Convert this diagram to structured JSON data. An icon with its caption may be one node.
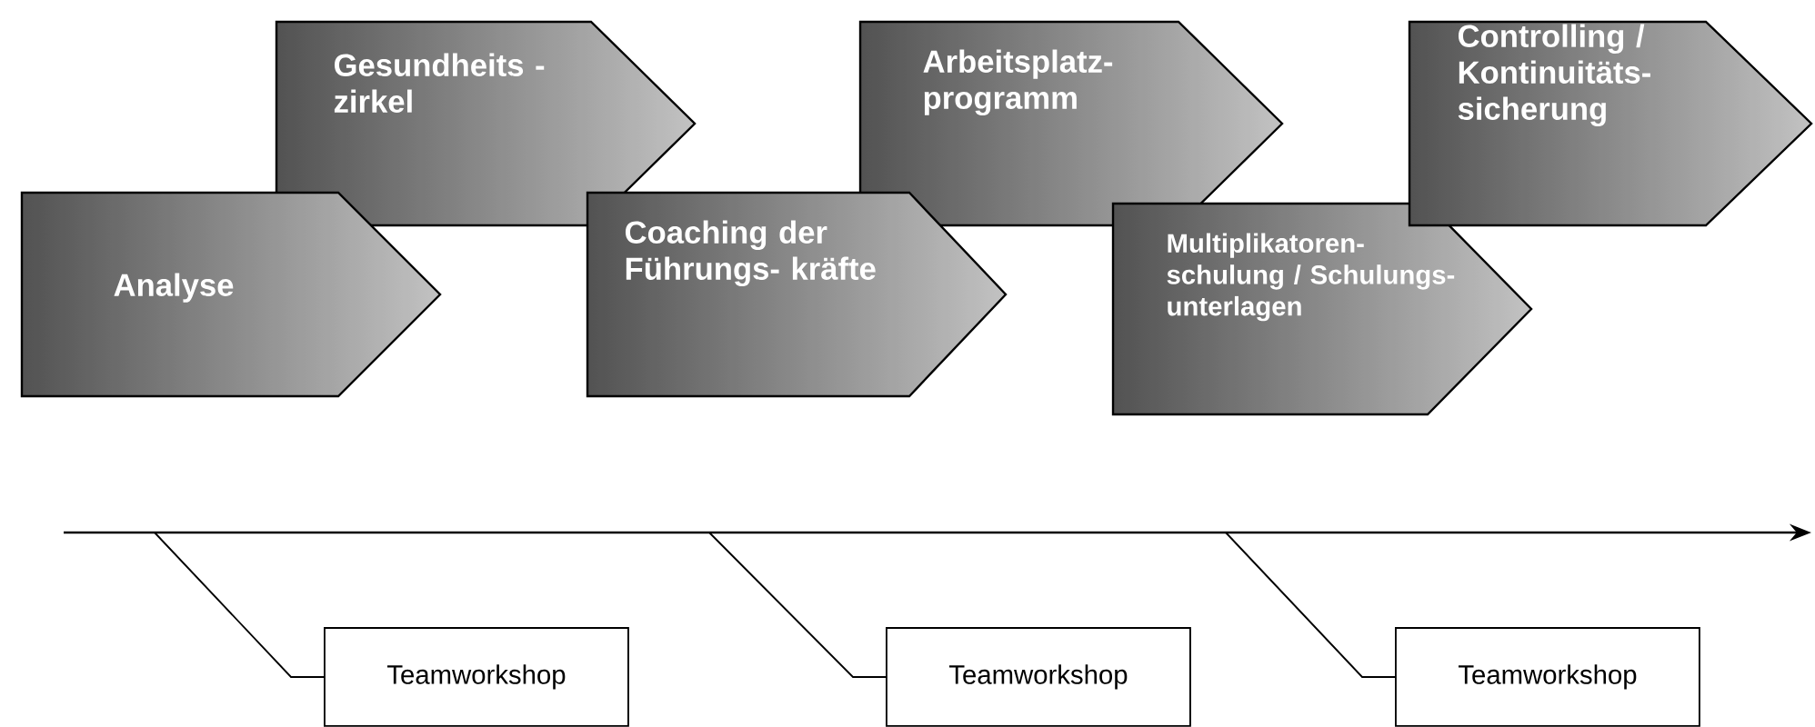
{
  "diagram": {
    "nodes": [
      {
        "text": [
          "Analyse"
        ]
      },
      {
        "text": [
          "Gesundheits -zirkel"
        ]
      },
      {
        "text": [
          "Coaching der Führungs- kräfte"
        ]
      },
      {
        "text": [
          "Arbeitsplatz- programm"
        ]
      },
      {
        "text": [
          "Multiplikatoren- schulung / Schulungs- unterlagen"
        ]
      },
      {
        "text": [
          "Controlling / Kontinuitäts- sicherung"
        ]
      },
      {
        "text": [
          "Teamworkshop"
        ]
      },
      {
        "text": [
          "Teamworkshop"
        ]
      },
      {
        "text": [
          "Teamworkshop"
        ]
      }
    ],
    "edges": [
      {
        "from": 6,
        "to": null,
        "arrow": "none"
      },
      {
        "from": 7,
        "to": null,
        "arrow": "none"
      },
      {
        "from": 8,
        "to": null,
        "arrow": "none"
      }
    ]
  }
}
